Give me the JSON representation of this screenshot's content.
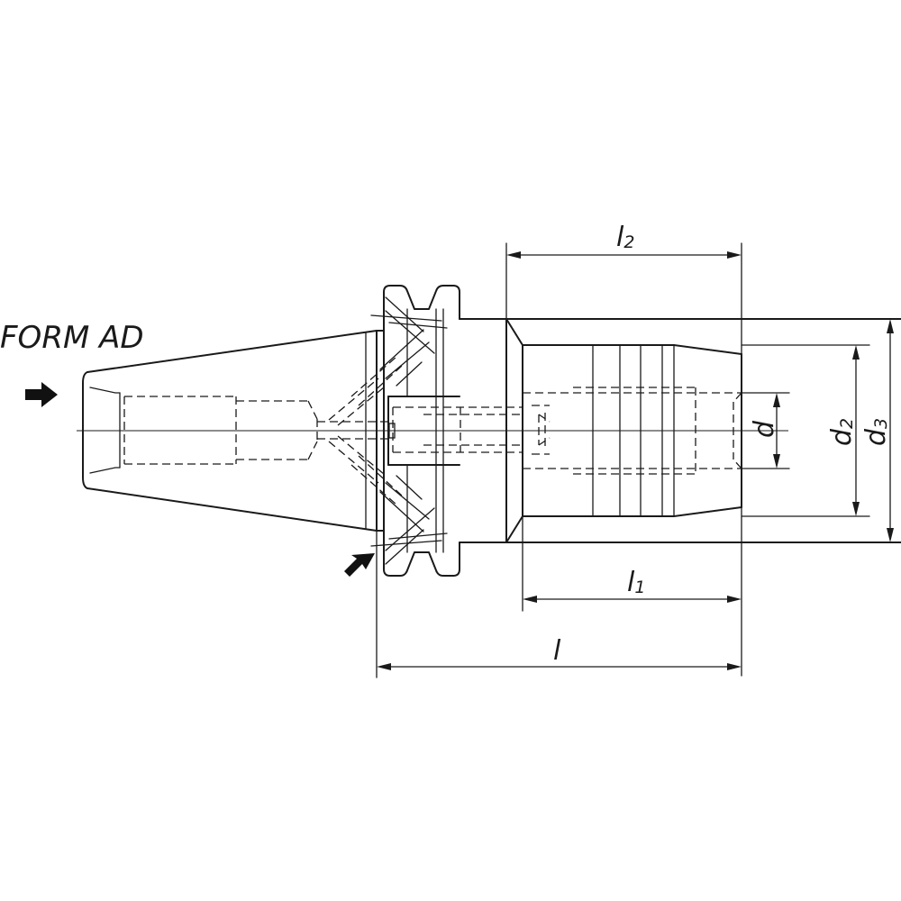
{
  "diagram": {
    "form_label": "FORM AD",
    "dimensions": {
      "l2": {
        "main": "l",
        "sub": "2"
      },
      "l1": {
        "main": "l",
        "sub": "1"
      },
      "l": {
        "main": "l"
      },
      "d": {
        "main": "d"
      },
      "d2": {
        "main": "d",
        "sub": "2"
      },
      "d3": {
        "main": "d",
        "sub": "3"
      }
    }
  }
}
